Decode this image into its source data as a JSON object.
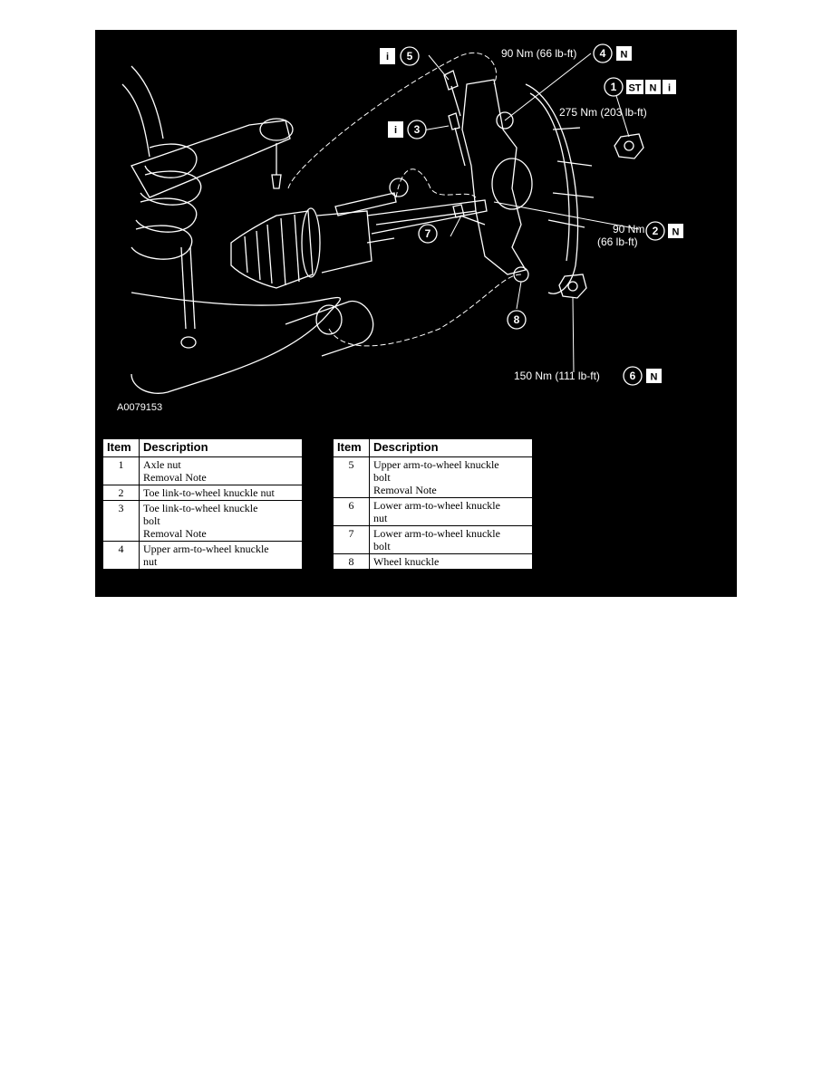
{
  "figure": {
    "id_label": "A0079153",
    "callouts": [
      {
        "num": "1",
        "torque": "275 Nm (203 lb-ft)",
        "icons": [
          "ST",
          "N",
          "i"
        ]
      },
      {
        "num": "2",
        "torque_line1": "90 Nm",
        "torque_line2": "(66 lb-ft)",
        "icons": [
          "N"
        ]
      },
      {
        "num": "3",
        "icons": [
          "i"
        ]
      },
      {
        "num": "4",
        "torque": "90 Nm (66 lb-ft)",
        "icons": [
          "N"
        ]
      },
      {
        "num": "5",
        "icons": [
          "i"
        ]
      },
      {
        "num": "6",
        "torque": "150 Nm (111 lb-ft)",
        "icons": [
          "N"
        ]
      },
      {
        "num": "7"
      },
      {
        "num": "8"
      }
    ]
  },
  "table_left": {
    "headers": [
      "Item",
      "Description"
    ],
    "rows": [
      {
        "item": "1",
        "lines": [
          "Axle nut",
          "Removal Note"
        ]
      },
      {
        "item": "2",
        "lines": [
          "Toe link-to-wheel knuckle nut"
        ]
      },
      {
        "item": "3",
        "lines": [
          "Toe link-to-wheel knuckle",
          "bolt",
          "Removal Note"
        ]
      },
      {
        "item": "4",
        "lines": [
          "Upper arm-to-wheel knuckle",
          "nut"
        ]
      }
    ]
  },
  "table_right": {
    "headers": [
      "Item",
      "Description"
    ],
    "rows": [
      {
        "item": "5",
        "lines": [
          "Upper arm-to-wheel knuckle",
          "bolt",
          "Removal Note"
        ]
      },
      {
        "item": "6",
        "lines": [
          "Lower arm-to-wheel knuckle",
          "nut"
        ]
      },
      {
        "item": "7",
        "lines": [
          "Lower arm-to-wheel knuckle",
          "bolt"
        ]
      },
      {
        "item": "8",
        "lines": [
          "Wheel knuckle"
        ]
      }
    ]
  },
  "colors": {
    "background": "#000000",
    "linework": "#ffffff",
    "table_bg": "#ffffff"
  }
}
